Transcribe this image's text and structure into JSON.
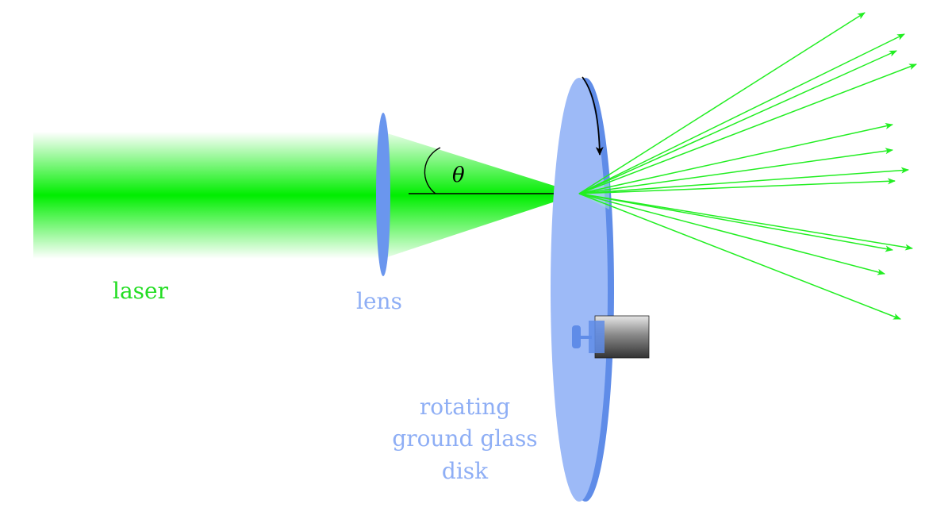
{
  "labels": {
    "laser": "laser",
    "lens": "lens",
    "angle": "θ",
    "disk_line1": "rotating",
    "disk_line2": "ground glass",
    "disk_line3": "disk"
  },
  "colors": {
    "laser_green": "#00ee00",
    "label_green": "#22dd22",
    "lens_blue": "#6a96ee",
    "disk_blue": "#9dbaf7",
    "disk_edge_blue": "#5f8ce8",
    "label_blue": "#8eaef5",
    "ray_green": "#22ee22",
    "motor_gray": "#777777"
  },
  "icons": {
    "disk_rotation": "curved-arrow-icon",
    "motor": "motor-icon"
  }
}
